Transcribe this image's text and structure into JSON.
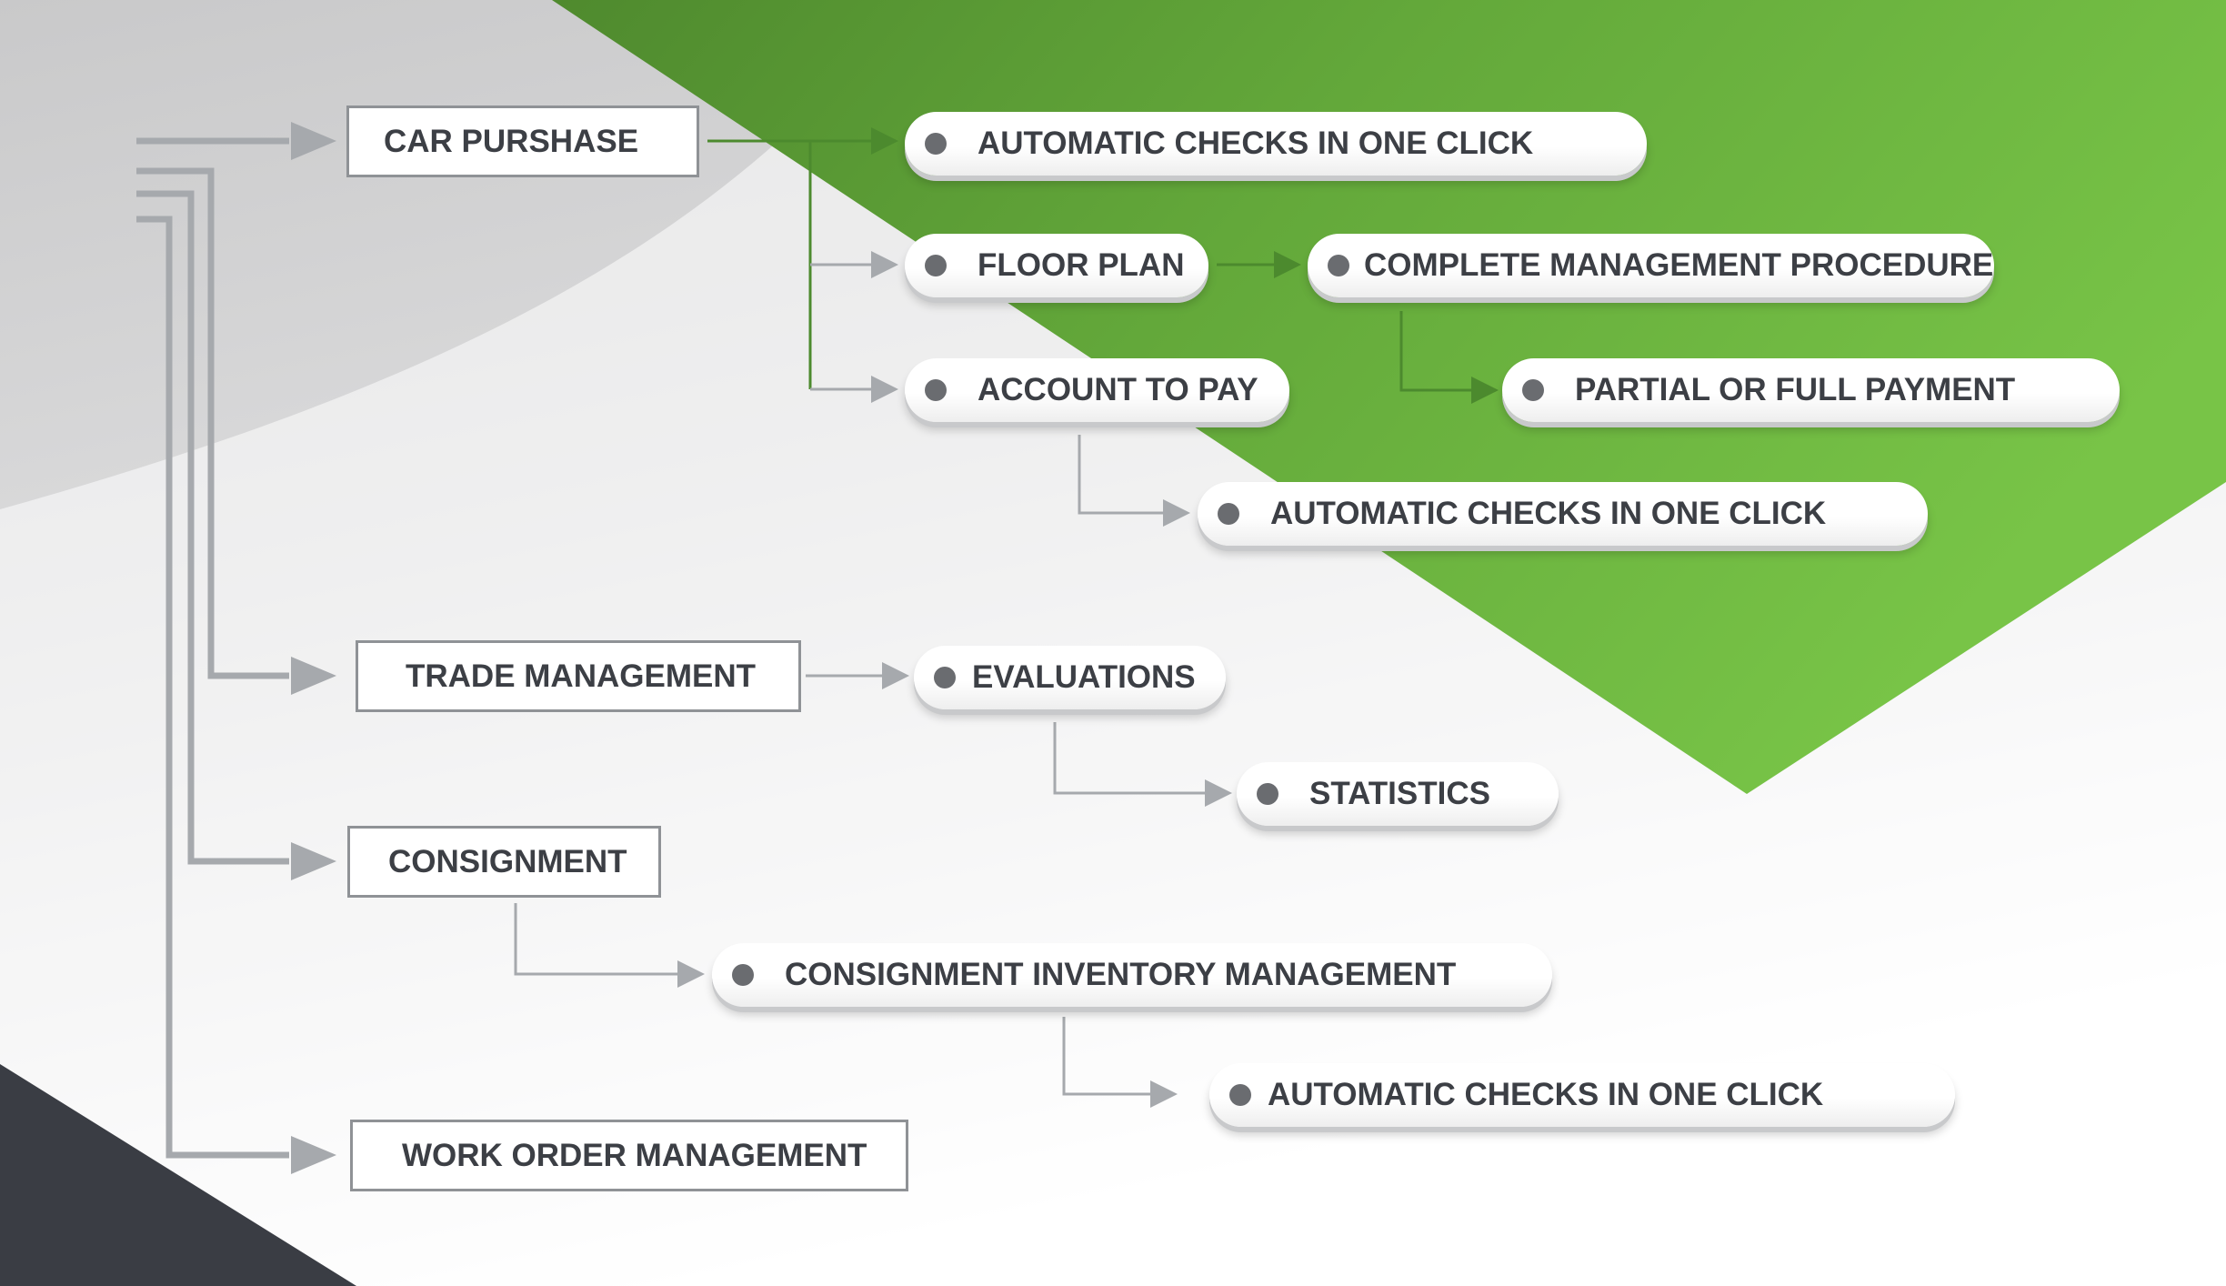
{
  "colors": {
    "green_dark": "#5a9433",
    "green_light": "#74c044",
    "gray_bg": "#cfcfd0",
    "charcoal": "#3a3d44",
    "connector_gray": "#a6a9ad",
    "connector_green": "#4c8a2e",
    "text": "#3c3f45"
  },
  "diagram": {
    "categories": [
      {
        "id": "car-purchase",
        "label": "CAR PURSHASE"
      },
      {
        "id": "trade-management",
        "label": "TRADE MANAGEMENT"
      },
      {
        "id": "consignment",
        "label": "CONSIGNMENT"
      },
      {
        "id": "work-order-management",
        "label": "WORK ORDER MANAGEMENT"
      }
    ],
    "features": [
      {
        "id": "automatic-checks-1",
        "label": "AUTOMATIC CHECKS IN ONE CLICK"
      },
      {
        "id": "floor-plan",
        "label": "FLOOR PLAN"
      },
      {
        "id": "complete-management-procedure",
        "label": "COMPLETE MANAGEMENT PROCEDURE"
      },
      {
        "id": "account-to-pay",
        "label": "ACCOUNT TO PAY"
      },
      {
        "id": "partial-or-full-payment",
        "label": "PARTIAL OR FULL PAYMENT"
      },
      {
        "id": "automatic-checks-2",
        "label": "AUTOMATIC CHECKS IN ONE CLICK"
      },
      {
        "id": "evaluations",
        "label": "EVALUATIONS"
      },
      {
        "id": "statistics",
        "label": "STATISTICS"
      },
      {
        "id": "consignment-inventory-management",
        "label": "CONSIGNMENT INVENTORY MANAGEMENT"
      },
      {
        "id": "automatic-checks-3",
        "label": "AUTOMATIC CHECKS IN ONE CLICK"
      }
    ],
    "edges": [
      {
        "from": "car-purchase",
        "to": "automatic-checks-1"
      },
      {
        "from": "car-purchase",
        "to": "floor-plan"
      },
      {
        "from": "car-purchase",
        "to": "account-to-pay"
      },
      {
        "from": "floor-plan",
        "to": "complete-management-procedure"
      },
      {
        "from": "complete-management-procedure",
        "to": "partial-or-full-payment"
      },
      {
        "from": "account-to-pay",
        "to": "automatic-checks-2"
      },
      {
        "from": "trade-management",
        "to": "evaluations"
      },
      {
        "from": "evaluations",
        "to": "statistics"
      },
      {
        "from": "consignment",
        "to": "consignment-inventory-management"
      },
      {
        "from": "consignment-inventory-management",
        "to": "automatic-checks-3"
      }
    ]
  }
}
